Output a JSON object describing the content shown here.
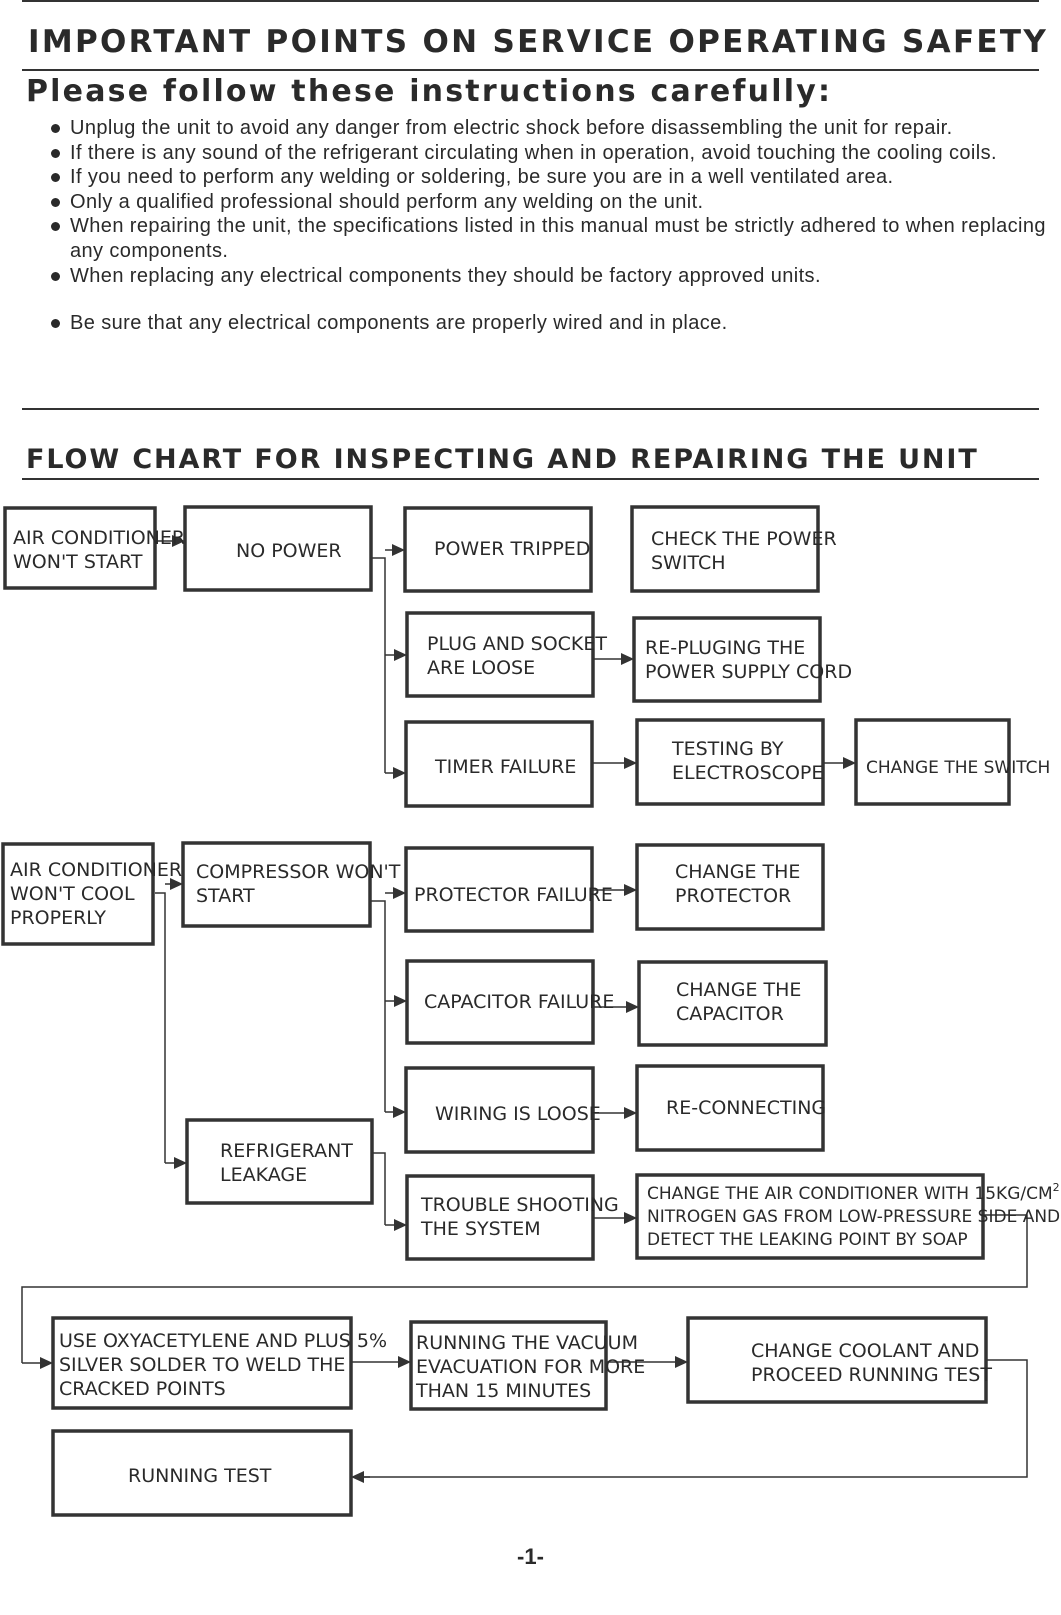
{
  "safety": {
    "title": "IMPORTANT POINTS ON SERVICE OPERATING SAFETY",
    "subtitle": "Please follow these instructions carefully:",
    "items": [
      "Unplug the unit to avoid any danger from electric shock before disassembling the unit for repair.",
      "If there is any sound of the refrigerant circulating when in operation, avoid touching the cooling coils.",
      "If you need to perform any welding or soldering, be sure you are in a well ventilated area.",
      "Only a qualified professional should perform any welding on the unit.",
      "When repairing the unit, the specifications listed in this manual must be strictly adhered to when replacing any components.",
      "When replacing any electrical components they should be factory approved units.",
      "Be sure that any electrical components are properly wired and in place."
    ]
  },
  "flowchart": {
    "title": "FLOW CHART FOR INSPECTING AND REPAIRING THE UNIT",
    "boxes": {
      "ac_wont_start": [
        "AIR CONDITIONER",
        "WON'T START"
      ],
      "no_power": [
        "NO POWER"
      ],
      "power_tripped": [
        "POWER TRIPPED"
      ],
      "check_power_switch": [
        "CHECK THE POWER",
        "SWITCH"
      ],
      "plug_socket_loose": [
        "PLUG AND SOCKET",
        "ARE LOOSE"
      ],
      "replug_cord": [
        "RE-PLUGING THE",
        "POWER SUPPLY CORD"
      ],
      "timer_failure": [
        "TIMER FAILURE"
      ],
      "testing_electroscope": [
        "TESTING BY",
        "ELECTROSCOPE"
      ],
      "change_switch": [
        "CHANGE THE SWITCH"
      ],
      "ac_wont_cool": [
        "AIR CONDITIONER",
        "WON'T COOL",
        "PROPERLY"
      ],
      "compressor_wont_start": [
        "COMPRESSOR WON'T",
        "START"
      ],
      "protector_failure": [
        "PROTECTOR FAILURE"
      ],
      "change_protector": [
        "CHANGE THE",
        "PROTECTOR"
      ],
      "capacitor_failure": [
        "CAPACITOR FAILURE"
      ],
      "change_capacitor": [
        "CHANGE THE",
        "CAPACITOR"
      ],
      "wiring_loose": [
        "WIRING IS LOOSE"
      ],
      "reconnecting": [
        "RE-CONNECTING"
      ],
      "refrigerant_leakage": [
        "REFRIGERANT",
        "LEAKAGE"
      ],
      "troubleshooting": [
        "TROUBLE SHOOTING",
        "THE SYSTEM"
      ],
      "nitrogen_test": [
        "CHANGE THE AIR CONDITIONER WITH 15KG/CM",
        "NITROGEN GAS FROM LOW-PRESSURE SIDE AND",
        "DETECT THE LEAKING POINT BY SOAP"
      ],
      "nitrogen_sup": "2",
      "weld_cracks": [
        "USE OXYACETYLENE AND PLUS 5%",
        "SILVER SOLDER TO WELD THE",
        "CRACKED POINTS"
      ],
      "vacuum_evacuation": [
        "RUNNING THE VACUUM",
        "EVACUATION FOR MORE",
        "THAN 15 MINUTES"
      ],
      "change_coolant": [
        "CHANGE  COOLANT  AND",
        "PROCEED RUNNING TEST"
      ],
      "running_test": [
        "RUNNING TEST"
      ]
    }
  },
  "page_number": "-1-"
}
